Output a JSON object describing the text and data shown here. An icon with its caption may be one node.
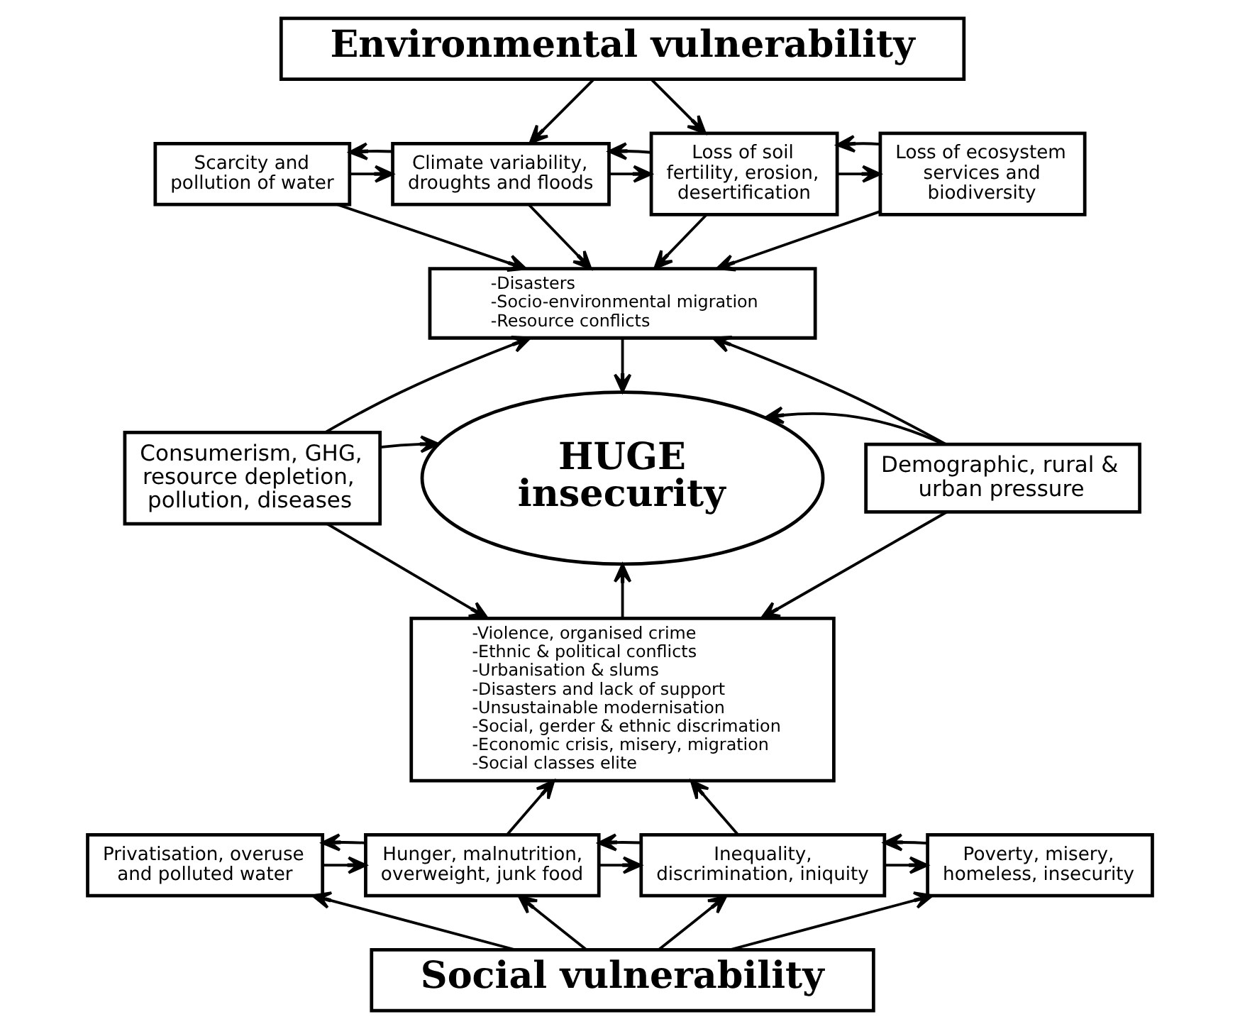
{
  "diagram": {
    "nodes": [
      {
        "text": [
          "Environmental vulnerability"
        ]
      },
      {
        "text": [
          "Scarcity and pollution of water"
        ]
      },
      {
        "text": [
          "Climate variability, droughts and floods"
        ]
      },
      {
        "text": [
          "Loss of soil fertility, erosion, desertification"
        ]
      },
      {
        "text": [
          "Loss of ecosystem services and biodiversity"
        ]
      },
      {
        "text": [
          "-Disasters",
          "-Socio-environmental migration",
          "-Resource conflicts"
        ]
      },
      {
        "text": [
          "Consumerism, GHG, resource depletion, pollution, diseases"
        ]
      },
      {
        "text": [
          "HUGE insecurity"
        ]
      },
      {
        "text": [
          "Demographic, rural & urban pressure"
        ]
      },
      {
        "text": [
          "-Violence, organised crime",
          "-Ethnic & political conflicts",
          "-Urbanisation & slums",
          "-Disasters and lack of support",
          "-Unsustainable modernisation",
          "-Social, gerder & ethnic discrimation",
          "-Economic crisis, misery, migration",
          "-Social classes elite"
        ]
      },
      {
        "text": [
          "Privatisation, overuse and polluted water"
        ]
      },
      {
        "text": [
          "Hunger, malnutrition, overweight, junk food"
        ]
      },
      {
        "text": [
          "Inequality, discrimination, iniquity"
        ]
      },
      {
        "text": [
          "Poverty, misery, homeless, insecurity"
        ]
      },
      {
        "text": [
          "Social vulnerability"
        ]
      }
    ],
    "edges": [
      {
        "from": 0,
        "to": 2,
        "arrow": "to"
      },
      {
        "from": 0,
        "to": 3,
        "arrow": "to"
      },
      {
        "from": 1,
        "to": 2,
        "arrow": "to"
      },
      {
        "from": 2,
        "to": 1,
        "arrow": "to"
      },
      {
        "from": 2,
        "to": 3,
        "arrow": "to"
      },
      {
        "from": 3,
        "to": 2,
        "arrow": "to"
      },
      {
        "from": 3,
        "to": 4,
        "arrow": "to"
      },
      {
        "from": 4,
        "to": 3,
        "arrow": "to"
      },
      {
        "from": 1,
        "to": 5,
        "arrow": "to"
      },
      {
        "from": 2,
        "to": 5,
        "arrow": "to"
      },
      {
        "from": 3,
        "to": 5,
        "arrow": "to"
      },
      {
        "from": 4,
        "to": 5,
        "arrow": "to"
      },
      {
        "from": 5,
        "to": 7,
        "arrow": "to"
      },
      {
        "from": 6,
        "to": 5,
        "arrow": "to"
      },
      {
        "from": 6,
        "to": 7,
        "arrow": "to"
      },
      {
        "from": 6,
        "to": 9,
        "arrow": "to"
      },
      {
        "from": 8,
        "to": 5,
        "arrow": "to"
      },
      {
        "from": 8,
        "to": 7,
        "arrow": "to"
      },
      {
        "from": 8,
        "to": 9,
        "arrow": "to"
      },
      {
        "from": 9,
        "to": 7,
        "arrow": "to"
      },
      {
        "from": 11,
        "to": 9,
        "arrow": "to"
      },
      {
        "from": 12,
        "to": 9,
        "arrow": "to"
      },
      {
        "from": 10,
        "to": 11,
        "arrow": "to"
      },
      {
        "from": 11,
        "to": 10,
        "arrow": "to"
      },
      {
        "from": 11,
        "to": 12,
        "arrow": "to"
      },
      {
        "from": 12,
        "to": 11,
        "arrow": "to"
      },
      {
        "from": 12,
        "to": 13,
        "arrow": "to"
      },
      {
        "from": 13,
        "to": 12,
        "arrow": "to"
      },
      {
        "from": 14,
        "to": 10,
        "arrow": "to"
      },
      {
        "from": 14,
        "to": 11,
        "arrow": "to"
      },
      {
        "from": 14,
        "to": 12,
        "arrow": "to"
      },
      {
        "from": 14,
        "to": 13,
        "arrow": "to"
      }
    ]
  }
}
